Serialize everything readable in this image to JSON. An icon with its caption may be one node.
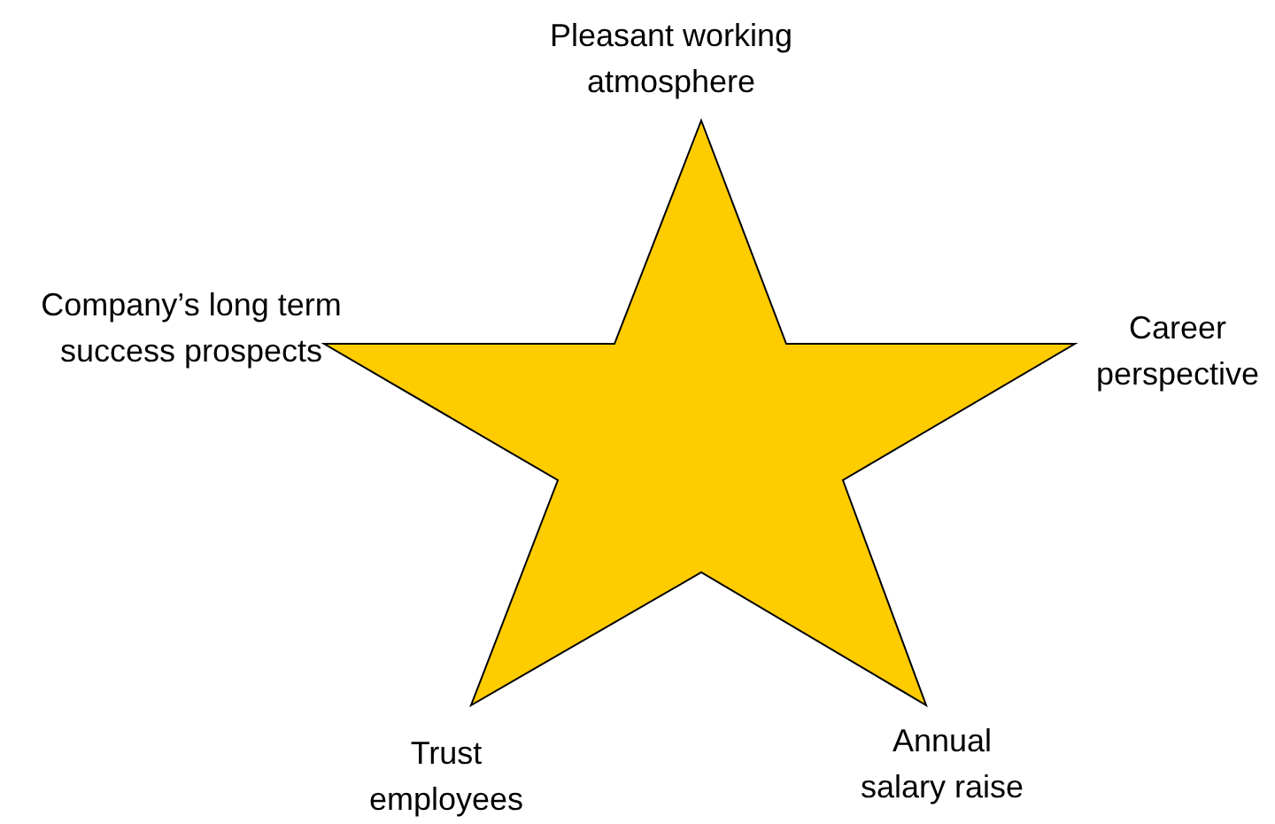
{
  "diagram": {
    "labels": [
      "Pleasant working atmosphere",
      "Company’s long term success prospects",
      "Career perspective",
      "Annual salary raise",
      "Trust employees"
    ]
  }
}
